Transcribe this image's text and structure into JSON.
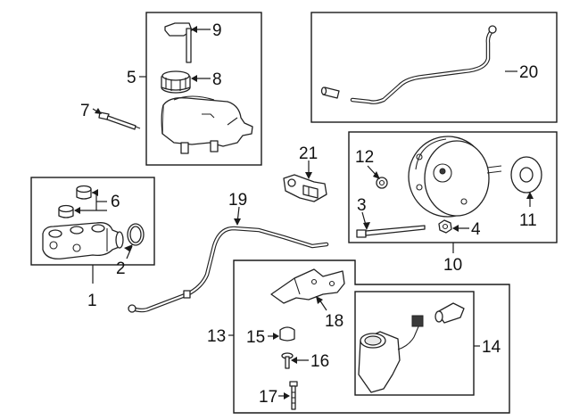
{
  "callouts": {
    "c1": "1",
    "c2": "2",
    "c3": "3",
    "c4": "4",
    "c5": "5",
    "c6": "6",
    "c7": "7",
    "c8": "8",
    "c9": "9",
    "c10": "10",
    "c11": "11",
    "c12": "12",
    "c13": "13",
    "c14": "14",
    "c15": "15",
    "c16": "16",
    "c17": "17",
    "c18": "18",
    "c19": "19",
    "c20": "20",
    "c21": "21"
  },
  "parts": [
    {
      "callout": "1",
      "name": "master-cylinder"
    },
    {
      "callout": "2",
      "name": "o-ring"
    },
    {
      "callout": "3",
      "name": "push-rod"
    },
    {
      "callout": "4",
      "name": "nut"
    },
    {
      "callout": "5",
      "name": "reservoir-assembly"
    },
    {
      "callout": "6",
      "name": "grommets"
    },
    {
      "callout": "7",
      "name": "pin"
    },
    {
      "callout": "8",
      "name": "reservoir-cap"
    },
    {
      "callout": "9",
      "name": "level-sensor"
    },
    {
      "callout": "10",
      "name": "brake-booster-assembly"
    },
    {
      "callout": "11",
      "name": "gasket"
    },
    {
      "callout": "12",
      "name": "bushing"
    },
    {
      "callout": "13",
      "name": "vacuum-pump-assembly"
    },
    {
      "callout": "14",
      "name": "vacuum-pump"
    },
    {
      "callout": "15",
      "name": "insulator"
    },
    {
      "callout": "16",
      "name": "screw"
    },
    {
      "callout": "17",
      "name": "bolt"
    },
    {
      "callout": "18",
      "name": "bracket"
    },
    {
      "callout": "19",
      "name": "vacuum-hose"
    },
    {
      "callout": "20",
      "name": "vacuum-line"
    },
    {
      "callout": "21",
      "name": "check-valve"
    }
  ]
}
